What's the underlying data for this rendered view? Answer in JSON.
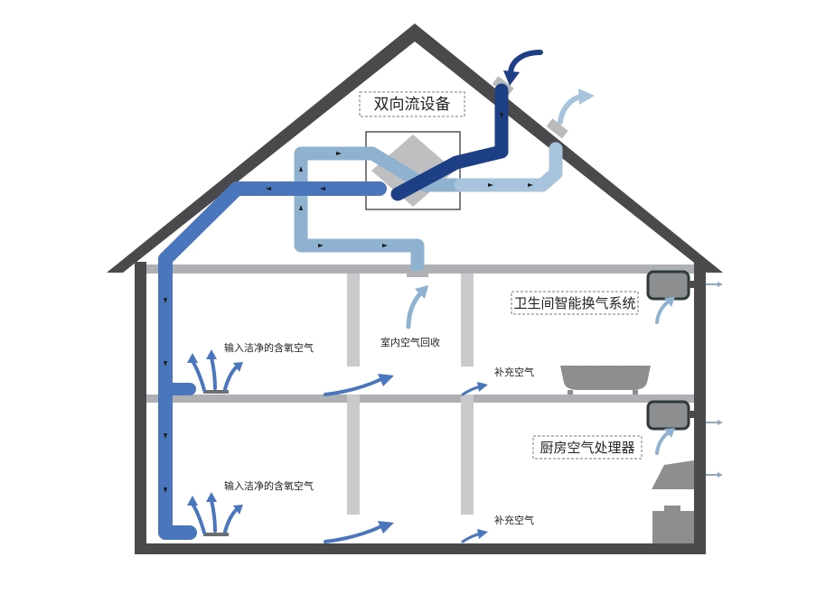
{
  "labels": {
    "device": "双向流设备",
    "bathroom_system": "卫生间智能换气系统",
    "kitchen_processor": "厨房空气处理器",
    "indoor_recovery": "室内空气回收",
    "supply_clean_upper": "输入洁净的含氧空气",
    "supply_clean_lower": "输入洁净的含氧空气",
    "makeup_upper": "补充空气",
    "makeup_lower": "补充空气"
  },
  "colors": {
    "wall": "#4a4a4c",
    "floor": "#aeb0b3",
    "supply_duct": "#4a76bd",
    "intake_duct": "#1d3f85",
    "return_duct": "#8fb2d0",
    "exhaust_duct": "#a8c4dc",
    "device_core": "#bfbfc1",
    "fixture": "#8d8e90"
  },
  "icons": [
    "fresh-air-arrow-icon",
    "exhaust-arrow-icon",
    "supply-vent-icon",
    "bathtub-icon",
    "range-hood-icon",
    "stove-icon",
    "fan-unit-icon"
  ]
}
